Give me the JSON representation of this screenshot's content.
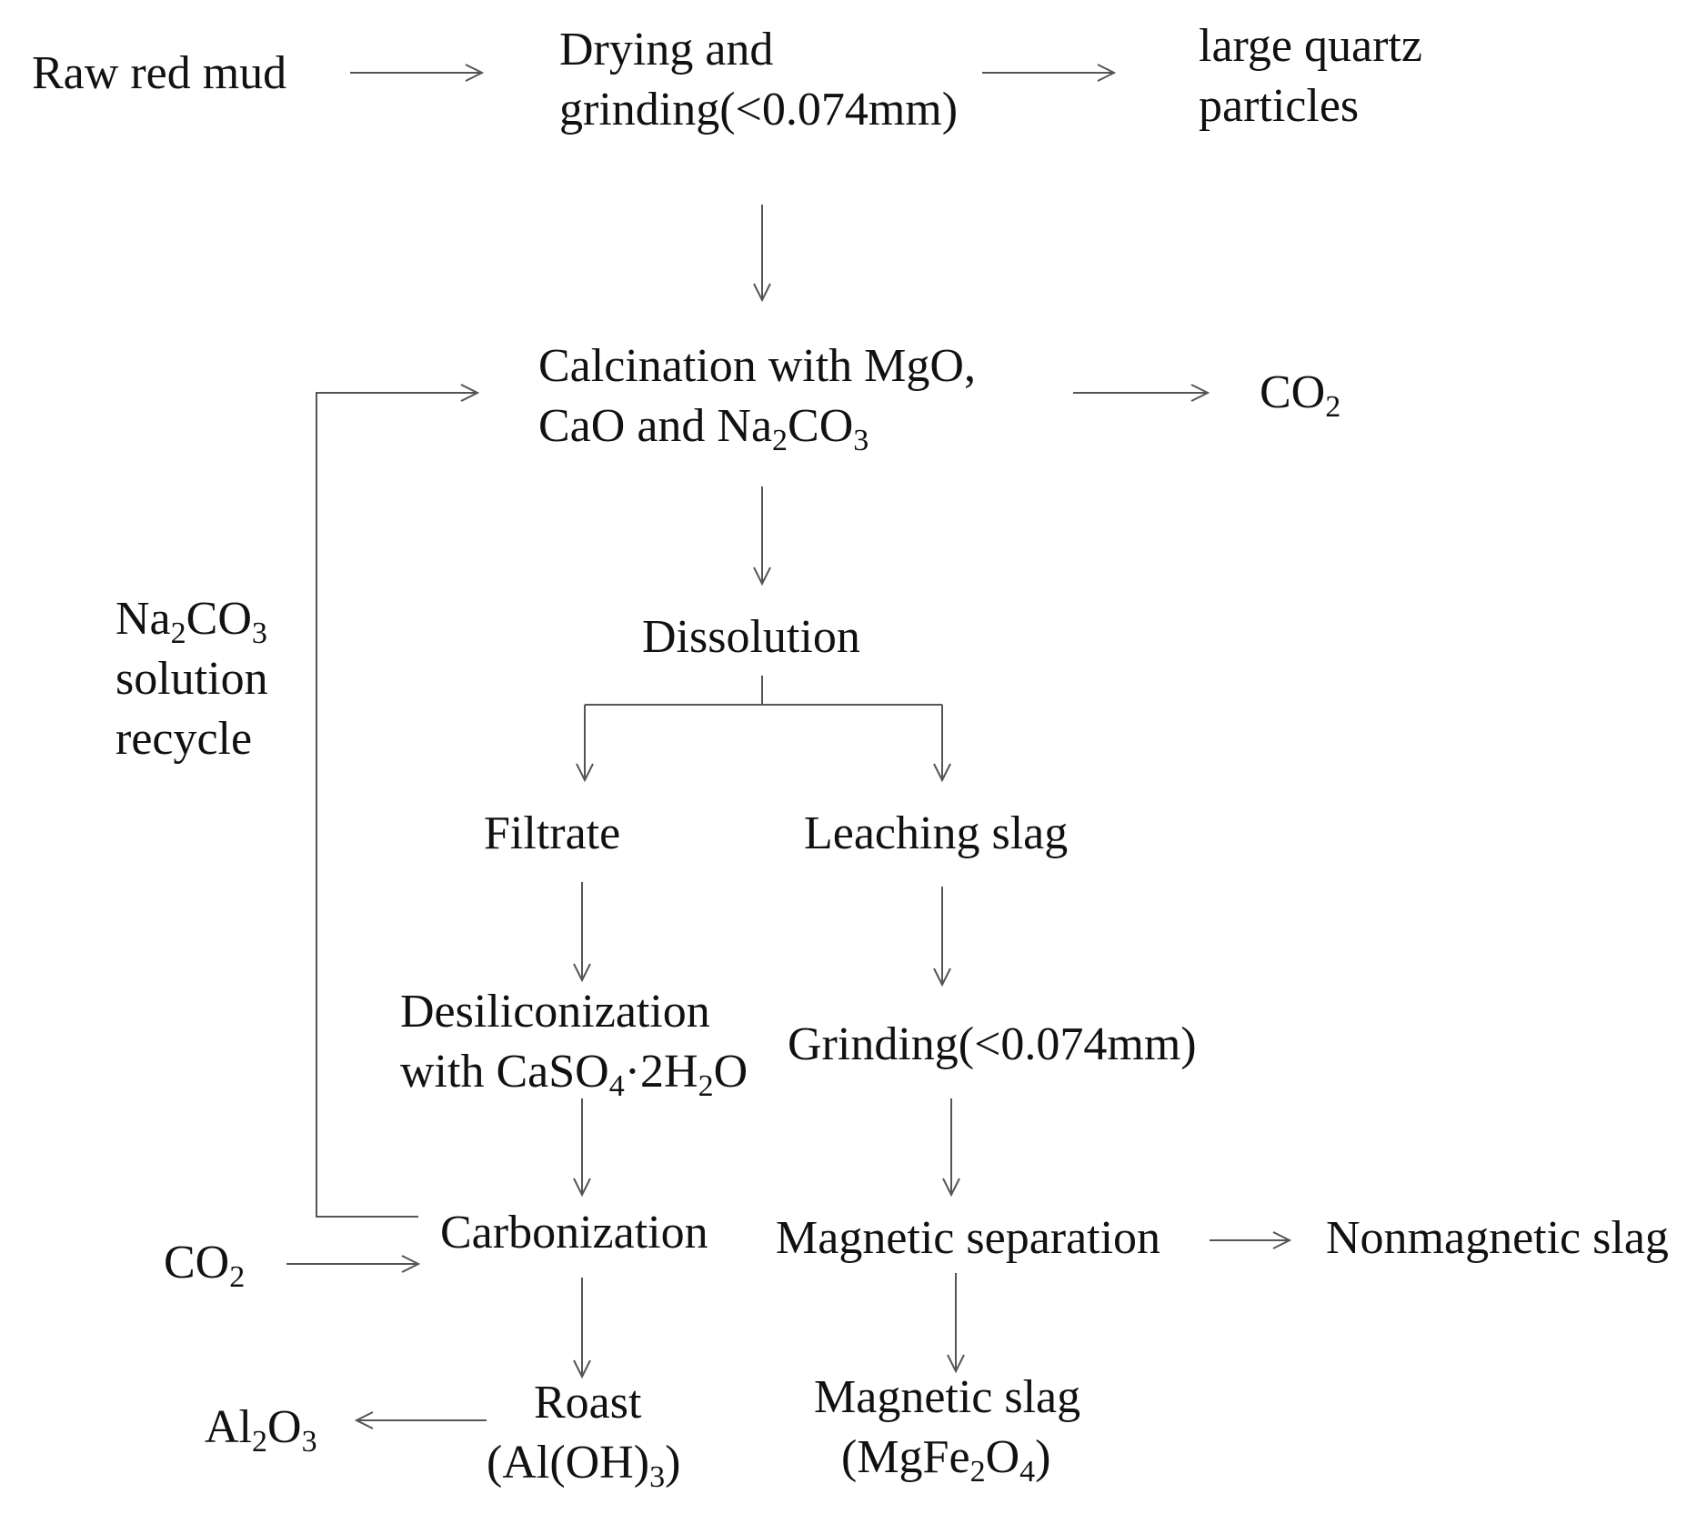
{
  "nodes": {
    "raw_red_mud": {
      "l1": "Raw red mud"
    },
    "drying": {
      "l1": "Drying and",
      "l2": "grinding(<0.074mm)"
    },
    "quartz": {
      "l1": "large quartz",
      "l2": "particles"
    },
    "calcination": {
      "l1": "Calcination with MgO,",
      "l2a": "CaO and Na",
      "l2s1": "2",
      "l2b": "CO",
      "l2s2": "3"
    },
    "co2_out": {
      "a": "CO",
      "s": "2"
    },
    "recycle": {
      "l1a": "Na",
      "l1s1": "2",
      "l1b": "CO",
      "l1s2": "3",
      "l2": "solution",
      "l3": "recycle"
    },
    "dissolution": {
      "l1": "Dissolution"
    },
    "filtrate": {
      "l1": "Filtrate"
    },
    "leaching_slag": {
      "l1": "Leaching slag"
    },
    "desiliconization": {
      "l1": "Desiliconization",
      "l2a": "with CaSO",
      "l2s1": "4",
      "l2b": "·2H",
      "l2s2": "2",
      "l2c": "O"
    },
    "grinding": {
      "l1": "Grinding(<0.074mm)"
    },
    "co2_in": {
      "a": "CO",
      "s": "2"
    },
    "carbonization": {
      "l1": "Carbonization"
    },
    "magnetic_separation": {
      "l1": "Magnetic separation"
    },
    "nonmagnetic_slag": {
      "l1": "Nonmagnetic slag"
    },
    "al2o3": {
      "a": "Al",
      "s1": "2",
      "b": "O",
      "s2": "3"
    },
    "roast": {
      "l1": "Roast",
      "l2a": "(Al(OH)",
      "l2s": "3",
      "l2b": ")"
    },
    "magnetic_slag": {
      "l1": "Magnetic slag",
      "l2a": "(MgFe",
      "l2s1": "2",
      "l2b": "O",
      "l2s2": "4",
      "l2c": ")"
    }
  },
  "colors": {
    "line": "#555555",
    "text": "#111111"
  }
}
